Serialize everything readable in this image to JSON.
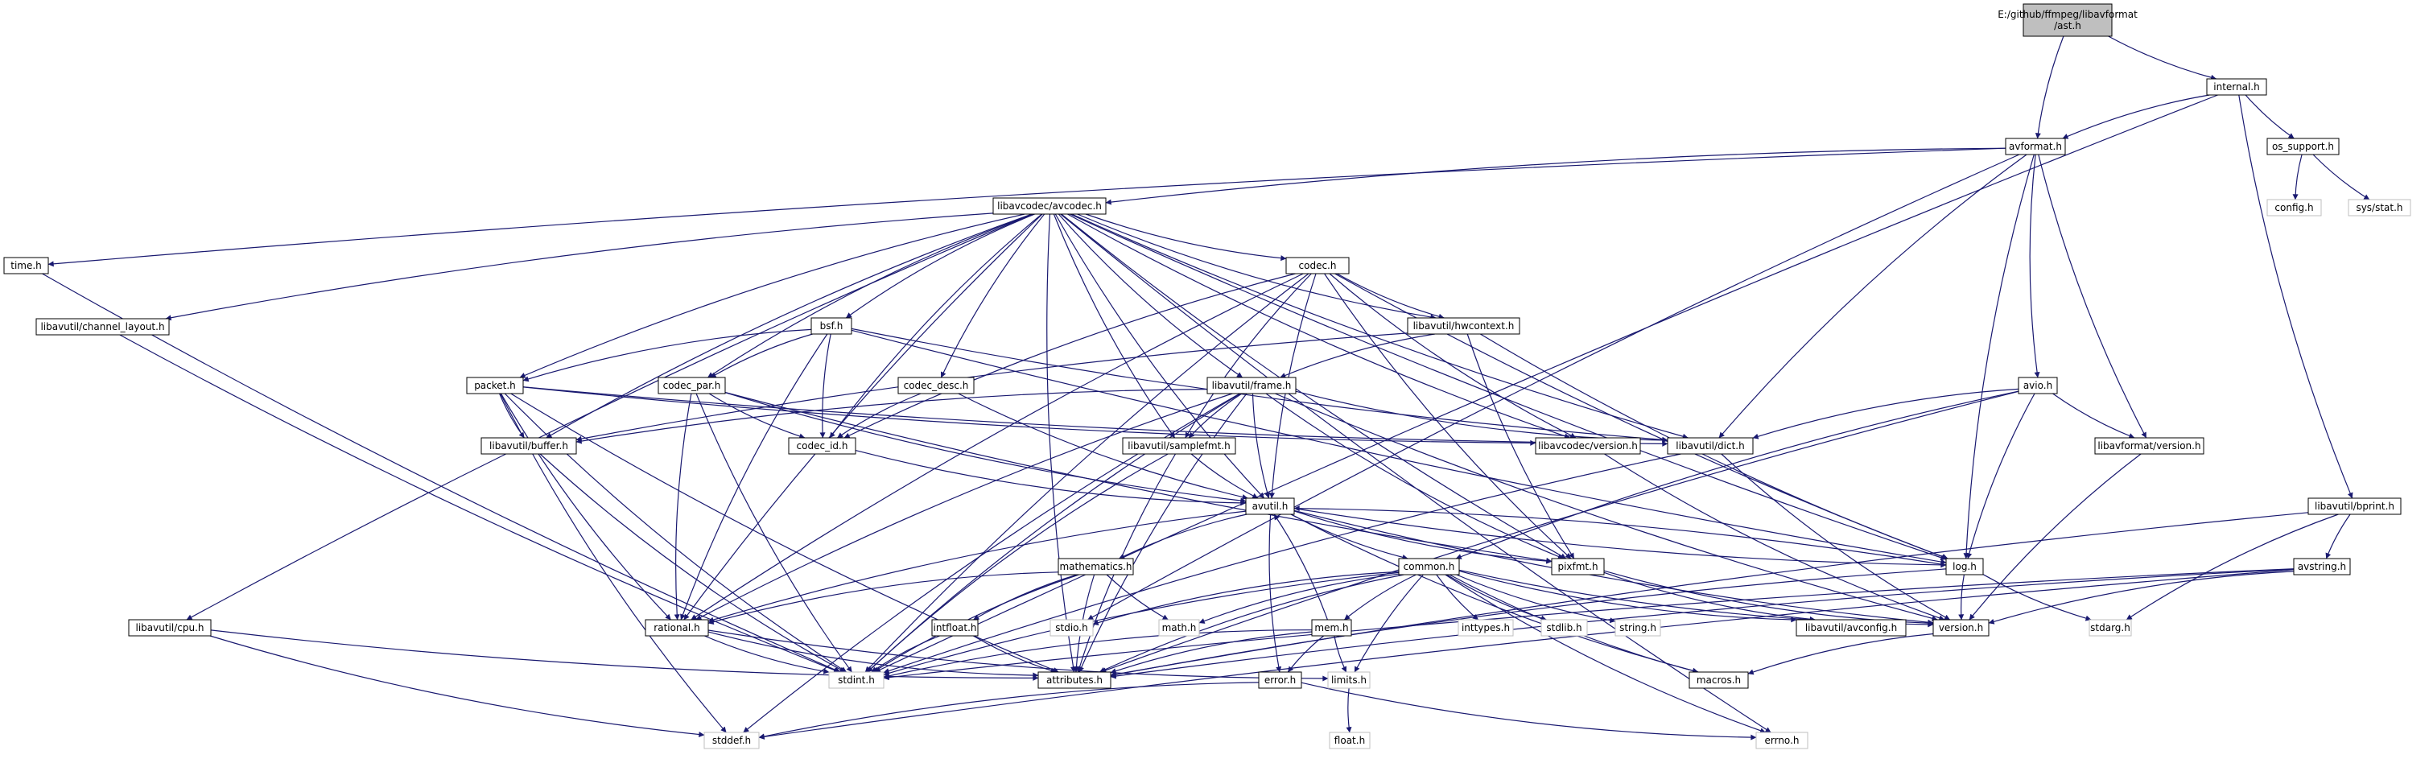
{
  "colors": {
    "edge": "#191970",
    "node_border": "#000000",
    "external_border": "#bfbfbf",
    "root_fill": "#bfbfbf",
    "node_fill": "#ffffff",
    "text": "#000000"
  },
  "graph": {
    "nodes": [
      {
        "id": "root",
        "label": "E:/github/ffmpeg/libavformat\n/ast.h",
        "kind": "root"
      },
      {
        "id": "internal",
        "label": "internal.h",
        "kind": "normal"
      },
      {
        "id": "avformat",
        "label": "avformat.h",
        "kind": "normal"
      },
      {
        "id": "os_support",
        "label": "os_support.h",
        "kind": "normal"
      },
      {
        "id": "config",
        "label": "config.h",
        "kind": "external"
      },
      {
        "id": "sysstat",
        "label": "sys/stat.h",
        "kind": "external"
      },
      {
        "id": "time",
        "label": "time.h",
        "kind": "normal"
      },
      {
        "id": "avcodec",
        "label": "libavcodec/avcodec.h",
        "kind": "normal"
      },
      {
        "id": "channel_layout",
        "label": "libavutil/channel_layout.h",
        "kind": "normal"
      },
      {
        "id": "codec",
        "label": "codec.h",
        "kind": "normal"
      },
      {
        "id": "bsf",
        "label": "bsf.h",
        "kind": "normal"
      },
      {
        "id": "hwcontext",
        "label": "libavutil/hwcontext.h",
        "kind": "normal"
      },
      {
        "id": "packet",
        "label": "packet.h",
        "kind": "normal"
      },
      {
        "id": "codec_par",
        "label": "codec_par.h",
        "kind": "normal"
      },
      {
        "id": "codec_desc",
        "label": "codec_desc.h",
        "kind": "normal"
      },
      {
        "id": "frame",
        "label": "libavutil/frame.h",
        "kind": "normal"
      },
      {
        "id": "avio",
        "label": "avio.h",
        "kind": "normal"
      },
      {
        "id": "buffer",
        "label": "libavutil/buffer.h",
        "kind": "normal"
      },
      {
        "id": "codec_id",
        "label": "codec_id.h",
        "kind": "normal"
      },
      {
        "id": "samplefmt",
        "label": "libavutil/samplefmt.h",
        "kind": "normal"
      },
      {
        "id": "avcversion",
        "label": "libavcodec/version.h",
        "kind": "normal"
      },
      {
        "id": "dict",
        "label": "libavutil/dict.h",
        "kind": "normal"
      },
      {
        "id": "avfversion",
        "label": "libavformat/version.h",
        "kind": "normal"
      },
      {
        "id": "bprint",
        "label": "libavutil/bprint.h",
        "kind": "normal"
      },
      {
        "id": "avutil",
        "label": "avutil.h",
        "kind": "normal"
      },
      {
        "id": "avstring",
        "label": "avstring.h",
        "kind": "normal"
      },
      {
        "id": "mathematics",
        "label": "mathematics.h",
        "kind": "normal"
      },
      {
        "id": "common",
        "label": "common.h",
        "kind": "normal"
      },
      {
        "id": "pixfmt",
        "label": "pixfmt.h",
        "kind": "normal"
      },
      {
        "id": "log",
        "label": "log.h",
        "kind": "normal"
      },
      {
        "id": "cpu",
        "label": "libavutil/cpu.h",
        "kind": "normal"
      },
      {
        "id": "rational",
        "label": "rational.h",
        "kind": "normal"
      },
      {
        "id": "intfloat",
        "label": "intfloat.h",
        "kind": "normal"
      },
      {
        "id": "stdio",
        "label": "stdio.h",
        "kind": "external"
      },
      {
        "id": "math",
        "label": "math.h",
        "kind": "external"
      },
      {
        "id": "mem",
        "label": "mem.h",
        "kind": "normal"
      },
      {
        "id": "inttypes",
        "label": "inttypes.h",
        "kind": "external"
      },
      {
        "id": "stdlib",
        "label": "stdlib.h",
        "kind": "external"
      },
      {
        "id": "string",
        "label": "string.h",
        "kind": "external"
      },
      {
        "id": "avconfig",
        "label": "libavutil/avconfig.h",
        "kind": "normal"
      },
      {
        "id": "version",
        "label": "version.h",
        "kind": "normal"
      },
      {
        "id": "stdarg",
        "label": "stdarg.h",
        "kind": "external"
      },
      {
        "id": "stdint",
        "label": "stdint.h",
        "kind": "external"
      },
      {
        "id": "attributes",
        "label": "attributes.h",
        "kind": "normal"
      },
      {
        "id": "error",
        "label": "error.h",
        "kind": "normal"
      },
      {
        "id": "limits",
        "label": "limits.h",
        "kind": "external"
      },
      {
        "id": "macros",
        "label": "macros.h",
        "kind": "normal"
      },
      {
        "id": "stddef",
        "label": "stddef.h",
        "kind": "external"
      },
      {
        "id": "errno",
        "label": "errno.h",
        "kind": "external"
      },
      {
        "id": "float",
        "label": "float.h",
        "kind": "external"
      }
    ],
    "edges": [
      [
        "root",
        "avformat"
      ],
      [
        "root",
        "internal"
      ],
      [
        "internal",
        "avformat"
      ],
      [
        "internal",
        "os_support"
      ],
      [
        "internal",
        "bprint"
      ],
      [
        "internal",
        "stdint"
      ],
      [
        "os_support",
        "config"
      ],
      [
        "os_support",
        "sysstat"
      ],
      [
        "avformat",
        "time"
      ],
      [
        "avformat",
        "stdio"
      ],
      [
        "avformat",
        "avcodec"
      ],
      [
        "avformat",
        "dict"
      ],
      [
        "avformat",
        "avio"
      ],
      [
        "avformat",
        "avfversion"
      ],
      [
        "avformat",
        "log"
      ],
      [
        "time",
        "stdint"
      ],
      [
        "avcodec",
        "channel_layout"
      ],
      [
        "avcodec",
        "cpu"
      ],
      [
        "avcodec",
        "rational"
      ],
      [
        "avcodec",
        "attributes"
      ],
      [
        "avcodec",
        "packet"
      ],
      [
        "avcodec",
        "buffer"
      ],
      [
        "avcodec",
        "codec_par"
      ],
      [
        "avcodec",
        "codec_id"
      ],
      [
        "avcodec",
        "bsf"
      ],
      [
        "avcodec",
        "codec_desc"
      ],
      [
        "avcodec",
        "samplefmt"
      ],
      [
        "avcodec",
        "frame"
      ],
      [
        "avcodec",
        "codec"
      ],
      [
        "avcodec",
        "hwcontext"
      ],
      [
        "avcodec",
        "avcversion"
      ],
      [
        "avcodec",
        "dict"
      ],
      [
        "avcodec",
        "avutil"
      ],
      [
        "avcodec",
        "pixfmt"
      ],
      [
        "avcodec",
        "log"
      ],
      [
        "avcodec",
        "errno"
      ],
      [
        "channel_layout",
        "stdint"
      ],
      [
        "cpu",
        "attributes"
      ],
      [
        "cpu",
        "stddef"
      ],
      [
        "codec",
        "stdint"
      ],
      [
        "codec",
        "codec_id"
      ],
      [
        "codec",
        "rational"
      ],
      [
        "codec",
        "samplefmt"
      ],
      [
        "codec",
        "avutil"
      ],
      [
        "codec",
        "pixfmt"
      ],
      [
        "codec",
        "hwcontext"
      ],
      [
        "codec",
        "avcversion"
      ],
      [
        "codec",
        "log"
      ],
      [
        "bsf",
        "packet"
      ],
      [
        "bsf",
        "codec_par"
      ],
      [
        "bsf",
        "codec_id"
      ],
      [
        "bsf",
        "rational"
      ],
      [
        "bsf",
        "dict"
      ],
      [
        "bsf",
        "log"
      ],
      [
        "hwcontext",
        "frame"
      ],
      [
        "hwcontext",
        "buffer"
      ],
      [
        "hwcontext",
        "pixfmt"
      ],
      [
        "hwcontext",
        "log"
      ],
      [
        "packet",
        "buffer"
      ],
      [
        "packet",
        "attributes"
      ],
      [
        "packet",
        "rational"
      ],
      [
        "packet",
        "stdint"
      ],
      [
        "packet",
        "stddef"
      ],
      [
        "packet",
        "avcversion"
      ],
      [
        "packet",
        "dict"
      ],
      [
        "codec_par",
        "codec_id"
      ],
      [
        "codec_par",
        "rational"
      ],
      [
        "codec_par",
        "stdint"
      ],
      [
        "codec_par",
        "avutil"
      ],
      [
        "codec_par",
        "pixfmt"
      ],
      [
        "codec_desc",
        "codec_id"
      ],
      [
        "codec_desc",
        "avutil"
      ],
      [
        "frame",
        "buffer"
      ],
      [
        "frame",
        "samplefmt"
      ],
      [
        "frame",
        "avutil"
      ],
      [
        "frame",
        "dict"
      ],
      [
        "frame",
        "pixfmt"
      ],
      [
        "frame",
        "rational"
      ],
      [
        "frame",
        "stdint"
      ],
      [
        "frame",
        "stddef"
      ],
      [
        "frame",
        "attributes"
      ],
      [
        "frame",
        "version"
      ],
      [
        "avio",
        "dict"
      ],
      [
        "avio",
        "log"
      ],
      [
        "avio",
        "common"
      ],
      [
        "avio",
        "attributes"
      ],
      [
        "avio",
        "avfversion"
      ],
      [
        "buffer",
        "stdint"
      ],
      [
        "codec_id",
        "avutil"
      ],
      [
        "samplefmt",
        "avutil"
      ],
      [
        "samplefmt",
        "stdint"
      ],
      [
        "samplefmt",
        "attributes"
      ],
      [
        "avcversion",
        "version"
      ],
      [
        "dict",
        "stdint"
      ],
      [
        "dict",
        "version"
      ],
      [
        "avfversion",
        "version"
      ],
      [
        "bprint",
        "avstring"
      ],
      [
        "bprint",
        "stdarg"
      ],
      [
        "bprint",
        "attributes"
      ],
      [
        "avutil",
        "mathematics"
      ],
      [
        "avutil",
        "common"
      ],
      [
        "avutil",
        "error"
      ],
      [
        "avutil",
        "rational"
      ],
      [
        "avutil",
        "version"
      ],
      [
        "avutil",
        "macros"
      ],
      [
        "avutil",
        "pixfmt"
      ],
      [
        "avutil",
        "log"
      ],
      [
        "avstring",
        "version"
      ],
      [
        "avstring",
        "stdint"
      ],
      [
        "avstring",
        "attributes"
      ],
      [
        "avstring",
        "stddef"
      ],
      [
        "mathematics",
        "rational"
      ],
      [
        "mathematics",
        "intfloat"
      ],
      [
        "mathematics",
        "math"
      ],
      [
        "mathematics",
        "stdint"
      ],
      [
        "mathematics",
        "attributes"
      ],
      [
        "common",
        "errno"
      ],
      [
        "common",
        "inttypes"
      ],
      [
        "common",
        "limits"
      ],
      [
        "common",
        "math"
      ],
      [
        "common",
        "stdint"
      ],
      [
        "common",
        "stdio"
      ],
      [
        "common",
        "stdlib"
      ],
      [
        "common",
        "string"
      ],
      [
        "common",
        "attributes"
      ],
      [
        "common",
        "macros"
      ],
      [
        "common",
        "version"
      ],
      [
        "common",
        "avconfig"
      ],
      [
        "common",
        "mem"
      ],
      [
        "log",
        "avutil"
      ],
      [
        "log",
        "attributes"
      ],
      [
        "log",
        "version"
      ],
      [
        "log",
        "stdarg"
      ],
      [
        "pixfmt",
        "avconfig"
      ],
      [
        "pixfmt",
        "version"
      ],
      [
        "rational",
        "stdint"
      ],
      [
        "rational",
        "limits"
      ],
      [
        "rational",
        "attributes"
      ],
      [
        "intfloat",
        "stdint"
      ],
      [
        "intfloat",
        "attributes"
      ],
      [
        "mem",
        "error"
      ],
      [
        "mem",
        "limits"
      ],
      [
        "mem",
        "stdint"
      ],
      [
        "mem",
        "attributes"
      ],
      [
        "mem",
        "avutil"
      ],
      [
        "version",
        "macros"
      ],
      [
        "error",
        "errno"
      ],
      [
        "error",
        "stddef"
      ],
      [
        "limits",
        "float"
      ]
    ]
  }
}
